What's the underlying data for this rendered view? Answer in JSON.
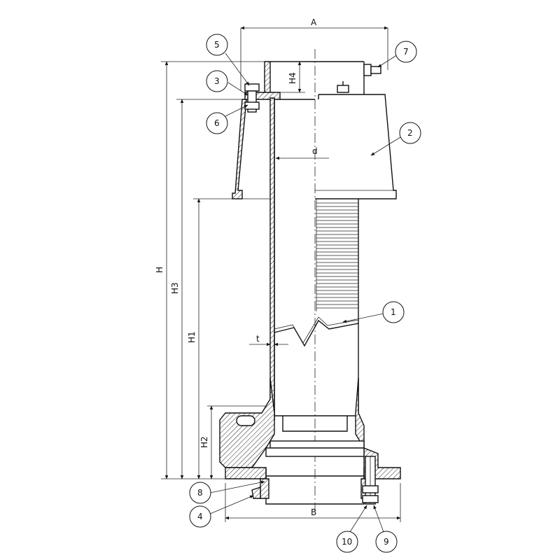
{
  "dimensions": {
    "A": "A",
    "B": "B",
    "H": "H",
    "H1": "H1",
    "H2": "H2",
    "H3": "H3",
    "H4": "H4",
    "d": "d",
    "t": "t"
  },
  "parts": [
    {
      "id": "p1",
      "label": "1"
    },
    {
      "id": "p2",
      "label": "2"
    },
    {
      "id": "p3",
      "label": "3"
    },
    {
      "id": "p4",
      "label": "4"
    },
    {
      "id": "p5",
      "label": "5"
    },
    {
      "id": "p6",
      "label": "6"
    },
    {
      "id": "p7",
      "label": "7"
    },
    {
      "id": "p8",
      "label": "8"
    },
    {
      "id": "p9",
      "label": "9"
    },
    {
      "id": "p10",
      "label": "10"
    }
  ]
}
